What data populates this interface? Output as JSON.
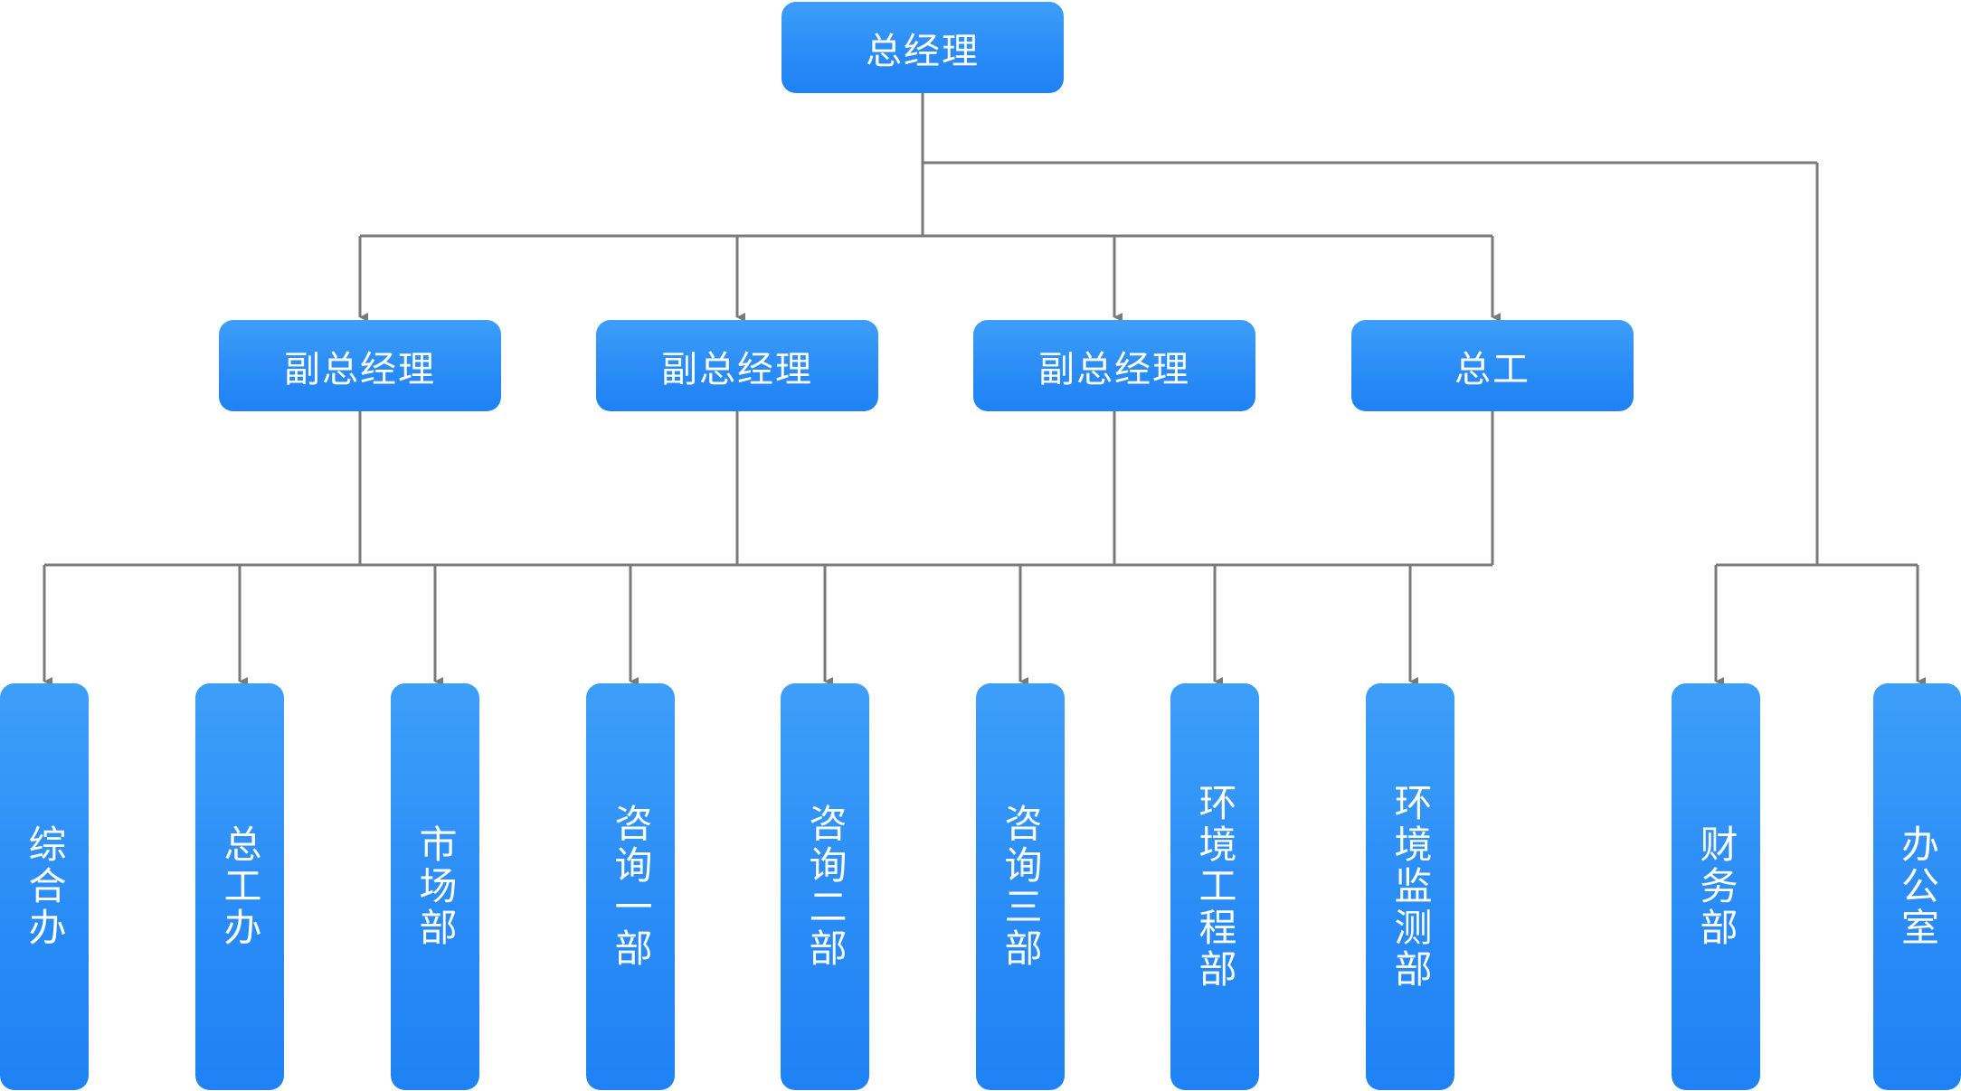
{
  "colors": {
    "node_fill_top": "#3d9ff8",
    "node_fill_bottom": "#1f82f4",
    "node_text": "#ffffff",
    "connector": "#7a7a7a"
  },
  "org_chart": {
    "root": {
      "label": "总经理",
      "children": [
        "deputy_1",
        "deputy_2",
        "deputy_3",
        "chief_engineer",
        "finance",
        "office"
      ]
    },
    "level2": [
      {
        "id": "deputy_1",
        "label": "副总经理"
      },
      {
        "id": "deputy_2",
        "label": "副总经理"
      },
      {
        "id": "deputy_3",
        "label": "副总经理"
      },
      {
        "id": "chief_engineer",
        "label": "总工"
      }
    ],
    "departments": [
      {
        "label": "综合办"
      },
      {
        "label": "总工办"
      },
      {
        "label": "市场部"
      },
      {
        "label": "咨询一部"
      },
      {
        "label": "咨询二部"
      },
      {
        "label": "咨询三部"
      },
      {
        "label": "环境工程部"
      },
      {
        "label": "环境监测部"
      },
      {
        "label": "财务部"
      },
      {
        "label": "办公室"
      }
    ],
    "shared_departments_note": "",
    "edges_description": ""
  }
}
